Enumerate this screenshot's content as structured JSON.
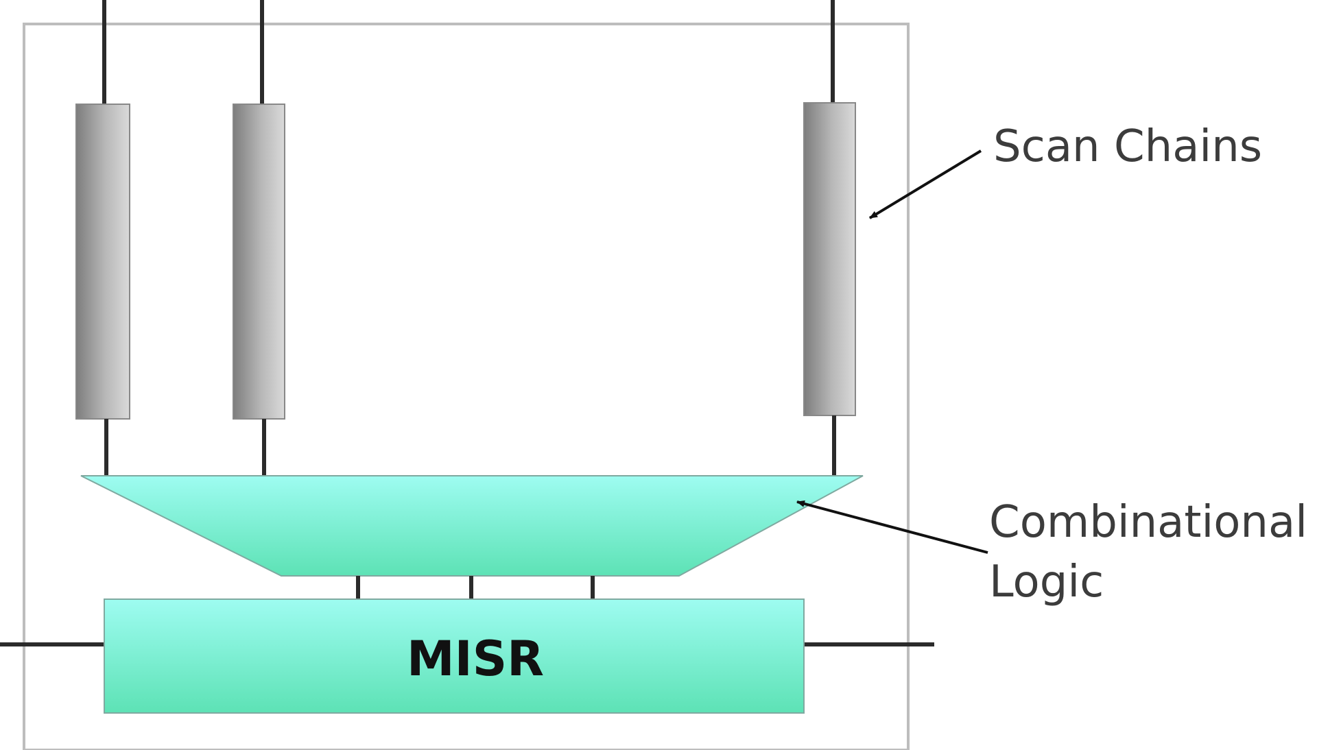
{
  "diagram": {
    "labels": {
      "scan_chains": "Scan Chains",
      "combinational_line1": "Combinational",
      "combinational_line2": "Logic",
      "misr": "MISR"
    },
    "colors": {
      "block_fill_top": "#9bfbef",
      "block_fill_bottom": "#5fe3b8",
      "chain_dark": "#808080",
      "chain_light": "#d4d4d4",
      "wire": "#2b2b2b",
      "frame": "#bdbdbd",
      "text": "#3c3c3c"
    }
  }
}
